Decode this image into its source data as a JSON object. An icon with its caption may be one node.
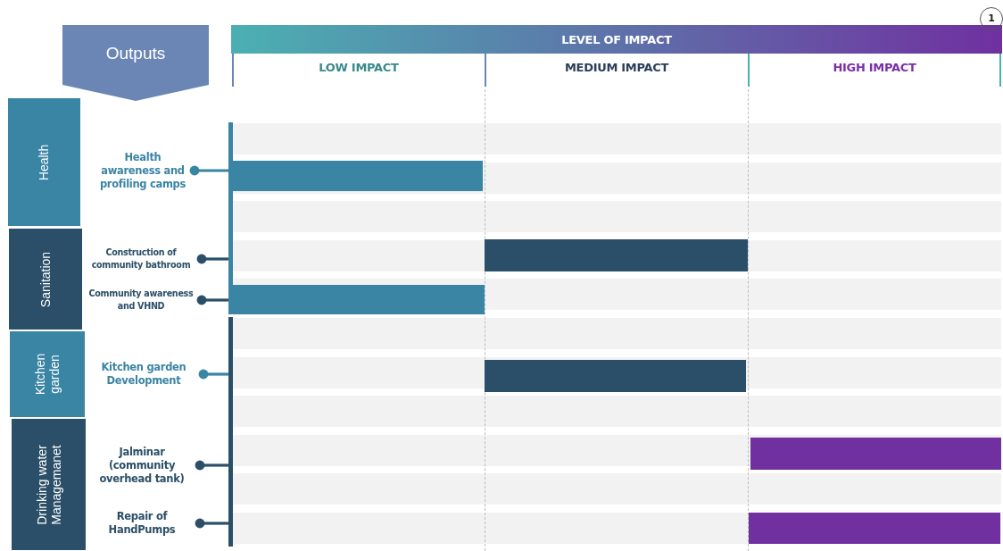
{
  "diagram": {
    "nodes": [
      {
        "text": [
          "Outputs"
        ]
      },
      {
        "text": [
          "LEVEL OF IMPACT"
        ]
      },
      {
        "text": [
          "Health"
        ]
      },
      {
        "text": [
          "Health awareness and profiling camps"
        ]
      },
      {
        "text": [
          "Sanitation"
        ]
      },
      {
        "text": [
          "Construction of community bathroom"
        ]
      },
      {
        "text": [
          "Community awareness and VHND"
        ]
      },
      {
        "text": [
          "Kitchen garden"
        ]
      },
      {
        "text": [
          "Kitchen garden Development"
        ]
      },
      {
        "text": [
          "Drinking water Managemanet"
        ]
      },
      {
        "text": [
          "Jalminar (community overhead tank)"
        ]
      },
      {
        "text": [
          "Repair of HandPumps"
        ]
      },
      {
        "text": [],
        "shape": "bar"
      },
      {
        "text": [],
        "shape": "bar"
      },
      {
        "text": [],
        "shape": "bar"
      },
      {
        "text": [],
        "shape": "bar"
      },
      {
        "text": [],
        "shape": "bar"
      },
      {
        "text": [],
        "shape": "bar"
      },
      {
        "text": [],
        "shape": "bar"
      },
      {
        "text": [],
        "shape": "bar"
      }
    ],
    "edges": [
      {
        "from": 3,
        "to": 12,
        "arrow": "other"
      },
      {
        "from": 5,
        "to": 12,
        "arrow": "other"
      },
      {
        "from": 6,
        "to": 12,
        "arrow": "other"
      },
      {
        "from": 8,
        "to": 13,
        "arrow": "other"
      },
      {
        "from": 10,
        "to": 13,
        "arrow": "other"
      },
      {
        "from": 11,
        "to": 13,
        "arrow": "other"
      }
    ],
    "labels": [
      "1",
      "LOW IMPACT",
      "MEDIUM IMPACT",
      "HIGH IMPACT"
    ]
  }
}
